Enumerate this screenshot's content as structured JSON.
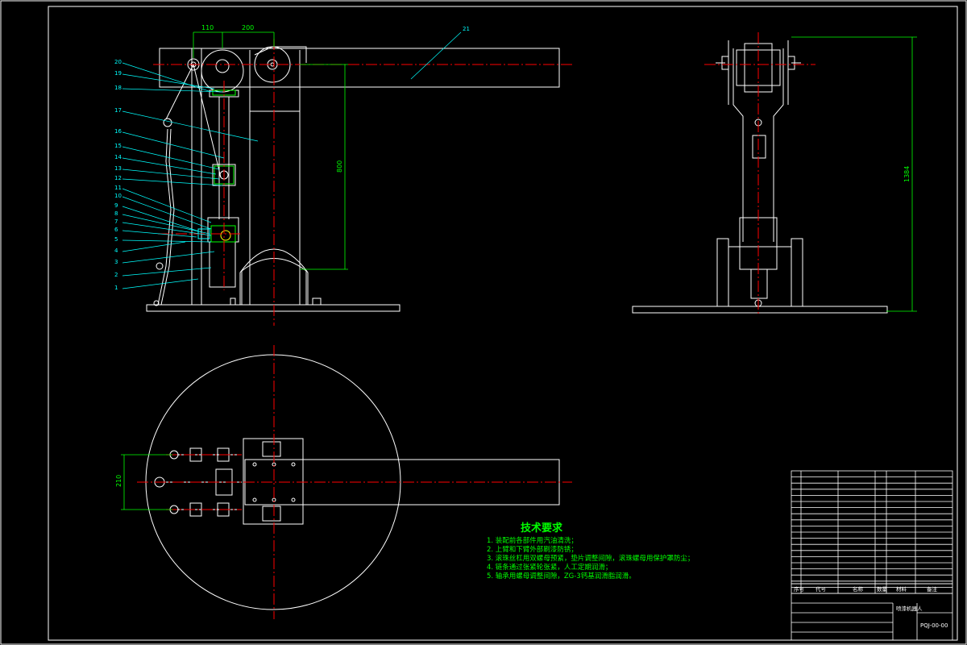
{
  "drawing": {
    "dimensions": {
      "upper_width_small": "110",
      "upper_width_large": "200",
      "column_height": "800",
      "total_height": "1384",
      "plan_width": "210"
    },
    "callouts": [
      "20",
      "19",
      "18",
      "17",
      "16",
      "15",
      "14",
      "13",
      "12",
      "11",
      "10",
      "9",
      "8",
      "7",
      "6",
      "5",
      "4",
      "3",
      "2",
      "1"
    ],
    "arm_callout": "21"
  },
  "tech_requirements": {
    "title": "技术要求",
    "items": [
      "1. 装配前各部件用汽油清洗；",
      "2. 上臂和下臂外部刷漆防锈；",
      "3. 滚珠丝杠用双螺母预紧，垫片调整间隙，滚珠螺母用保护罩防尘；",
      "4. 链条通过张紧轮张紧，人工定期润滑；",
      "5. 轴承用螺母调整间隙，ZG-3钙基润滑脂润滑。"
    ]
  },
  "title_block": {
    "header": [
      "序号",
      "代号",
      "名称",
      "数量",
      "材料",
      "备注"
    ],
    "drawing_name": "喷漆机器人",
    "drawing_code": "PQJ-00-00"
  },
  "colors": {
    "background": "#000000",
    "lines": "#ffffff",
    "center_lines": "#ff0000",
    "dimensions": "#00ff00",
    "leaders": "#00ffff",
    "text": "#00ff00"
  }
}
